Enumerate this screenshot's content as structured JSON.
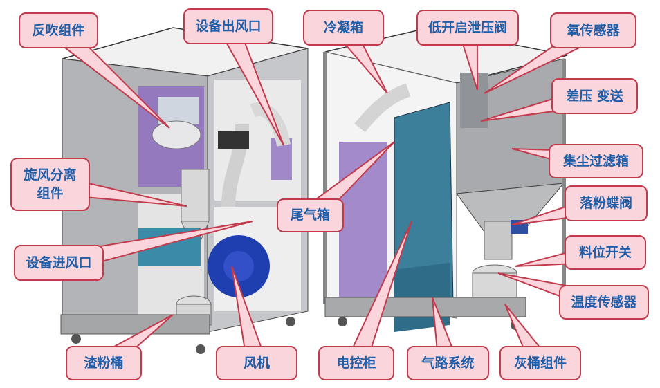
{
  "colors": {
    "callout_fill": "#fad6dc",
    "callout_border": "#c23a4c",
    "label_text": "#1f5ea8",
    "frame": "#a9aaad",
    "panel_purple": "#8f6fc0",
    "cabinet_teal": "#3b7f9a",
    "fan_blue": "#1f3fb0"
  },
  "callouts": [
    {
      "id": "back-blow-assembly",
      "label": "反吹组件"
    },
    {
      "id": "equipment-air-outlet",
      "label": "设备出风口"
    },
    {
      "id": "condenser-box",
      "label": "冷凝箱"
    },
    {
      "id": "low-pressure-relief-valve",
      "label": "低开启泄压阀"
    },
    {
      "id": "oxygen-sensor",
      "label": "氧传感器"
    },
    {
      "id": "differential-pressure-transmitter",
      "label": "差压 变送"
    },
    {
      "id": "dust-filter-box",
      "label": "集尘过滤箱"
    },
    {
      "id": "powder-butterfly-valve",
      "label": "落粉蝶阀"
    },
    {
      "id": "level-switch",
      "label": "料位开关"
    },
    {
      "id": "cyclone-separator-assembly",
      "label": "旋风分离\n组件"
    },
    {
      "id": "exhaust-box",
      "label": "尾气箱"
    },
    {
      "id": "equipment-air-inlet",
      "label": "设备进风口"
    },
    {
      "id": "temperature-sensor",
      "label": "温度传感器"
    },
    {
      "id": "slag-powder-bucket",
      "label": "渣粉桶"
    },
    {
      "id": "fan",
      "label": "风机"
    },
    {
      "id": "electrical-cabinet",
      "label": "电控柜"
    },
    {
      "id": "gas-path-system",
      "label": "气路系统"
    },
    {
      "id": "ash-bucket-assembly",
      "label": "灰桶组件"
    }
  ]
}
